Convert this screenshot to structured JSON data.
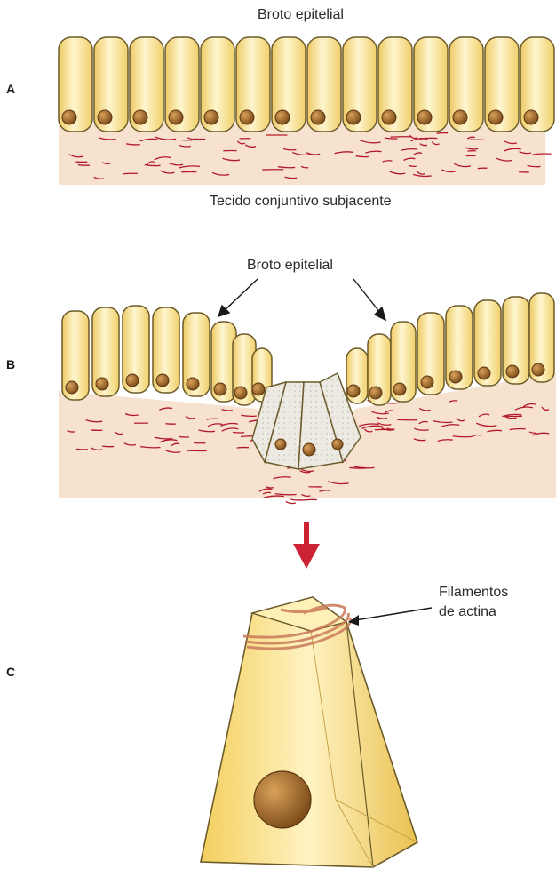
{
  "panels": {
    "a": {
      "letter": "A",
      "top_label": "Broto epitelial",
      "bottom_label": "Tecido conjuntivo subjacente"
    },
    "b": {
      "letter": "B",
      "top_label": "Broto epitelial"
    },
    "c": {
      "letter": "C",
      "filament_label_line1": "Filamentos",
      "filament_label_line2": "de actina"
    }
  },
  "colors": {
    "cell_fill": "#f6dc7c",
    "cell_highlight": "#fff7d2",
    "cell_outline": "#6b5a2a",
    "nucleus": "#9c6a2c",
    "connective_bg": "#f7e2cf",
    "fibers": "#b21a2a",
    "invaginated_cells": "#eceae2",
    "arrow": "#cc2233",
    "actin": "#c97a5a"
  }
}
